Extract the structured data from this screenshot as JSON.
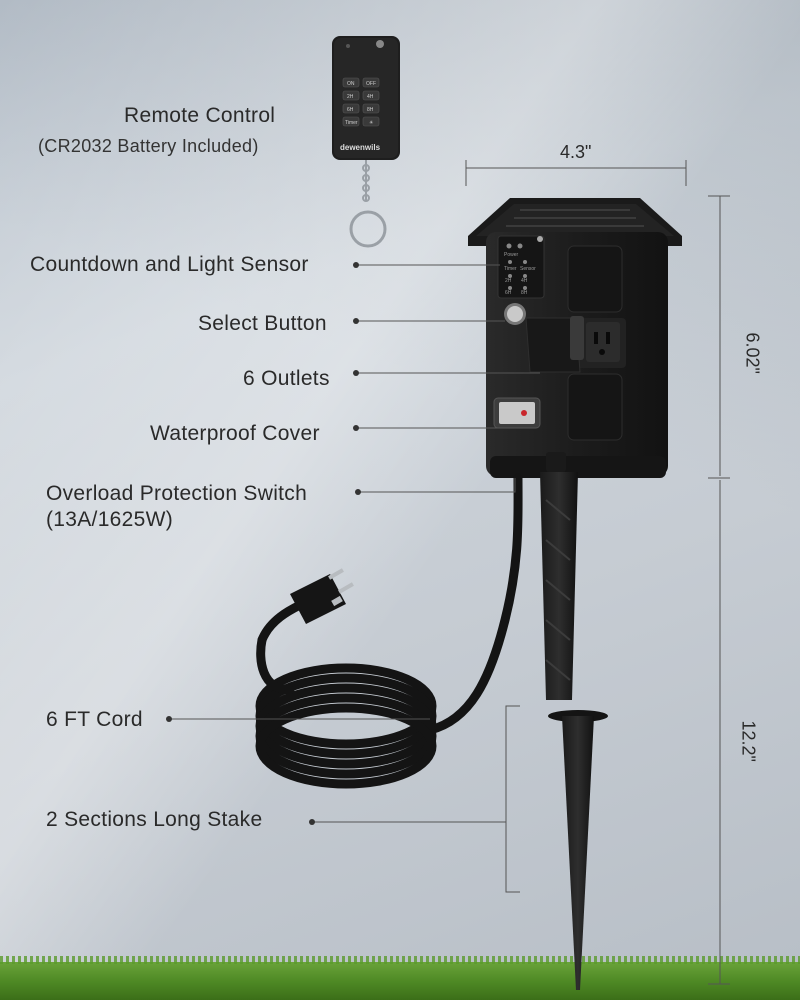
{
  "labels": {
    "remote_control": "Remote Control",
    "battery_note": "(CR2032 Battery Included)",
    "countdown_sensor": "Countdown and Light Sensor",
    "select_button": "Select Button",
    "outlets": "6 Outlets",
    "waterproof_cover": "Waterproof Cover",
    "overload_switch": "Overload Protection Switch",
    "overload_rating": "(13A/1625W)",
    "cord": "6 FT Cord",
    "stake": "2 Sections Long Stake"
  },
  "dimensions": {
    "width": "4.3\"",
    "body_height": "6.02\"",
    "stake_height": "12.2\""
  },
  "remote": {
    "brand": "dewenwils",
    "buttons": [
      "ON",
      "OFF",
      "2H",
      "4H",
      "6H",
      "8H",
      "Timer",
      "☀"
    ]
  },
  "panel": {
    "indicators": [
      "Power",
      "Timer",
      "Sensor",
      "2H",
      "4H",
      "6H",
      "8H"
    ]
  },
  "colors": {
    "device": "#1f1f1f",
    "text": "#2a2a2a",
    "switch_red": "#c9262c",
    "grass": "#4f8a25"
  },
  "icons": [
    "keyring-icon",
    "plug-icon"
  ]
}
